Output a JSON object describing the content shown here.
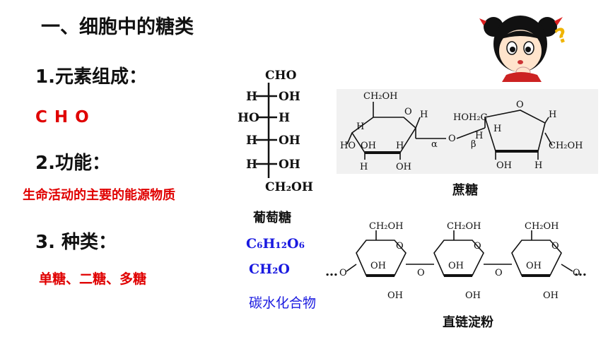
{
  "slide": {
    "title": "一、细胞中的糖类",
    "element_label": "1.元素组成：",
    "element_value": "C H O",
    "function_label": "2.功能：",
    "function_value": "生命活动的主要的能源物质",
    "types_label": "3. 种类：",
    "types_value": "单糖、二糖、多糖"
  },
  "glucose": {
    "caption": "葡萄糖",
    "rows": [
      {
        "left": "",
        "right": "CHO"
      },
      {
        "left": "H",
        "right": "OH"
      },
      {
        "left": "HO",
        "right": "H"
      },
      {
        "left": "H",
        "right": "OH"
      },
      {
        "left": "H",
        "right": "OH"
      },
      {
        "left": "",
        "right": "CH₂OH"
      }
    ]
  },
  "formulas": {
    "molecular": "C₆H₁₂O₆",
    "general": "CH₂O",
    "class": "碳水化合物"
  },
  "sucrose": {
    "caption": "蔗糖",
    "labels": {
      "ch2oh": "CH₂OH",
      "hoh2c": "HOH₂C",
      "h": "H",
      "oh": "OH",
      "ho": "HO",
      "o": "O",
      "alpha": "α",
      "beta": "β"
    }
  },
  "starch": {
    "caption": "直链淀粉",
    "labels": {
      "ch2oh": "CH₂OH",
      "oh": "OH",
      "o": "O",
      "dots": "…"
    }
  },
  "decor": {
    "cartoon": "thinking-girl",
    "question_mark": "?"
  }
}
